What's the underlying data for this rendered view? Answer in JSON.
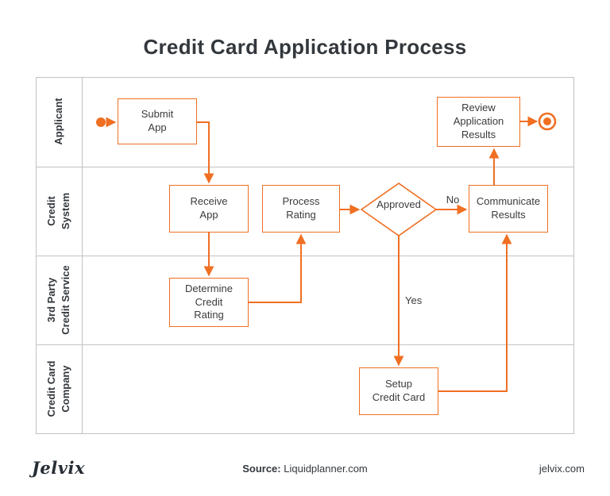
{
  "title": "Credit Card Application Process",
  "colors": {
    "accent": "#F06F22",
    "grid": "#C2C2C2",
    "text": "#3B3B3B"
  },
  "lanes": [
    {
      "label": "Applicant"
    },
    {
      "label": "Credit\nSystem"
    },
    {
      "label": "3rd Party\nCredit Service"
    },
    {
      "label": "Credit Card\nCompany"
    }
  ],
  "nodes": {
    "submit_app": "Submit\nApp",
    "receive_app": "Receive\nApp",
    "process_rating": "Process\nRating",
    "approved": "Approved",
    "communicate_results": "Communicate\nResults",
    "determine_credit_rating": "Determine\nCredit\nRating",
    "setup_credit_card": "Setup\nCredit Card",
    "review_application_results": "Review\nApplication\nResults"
  },
  "edge_labels": {
    "no": "No",
    "yes": "Yes"
  },
  "footer": {
    "logo": "Jelvix",
    "source_label": "Source:",
    "source_value": " Liquidplanner.com",
    "site": "jelvix.com"
  }
}
